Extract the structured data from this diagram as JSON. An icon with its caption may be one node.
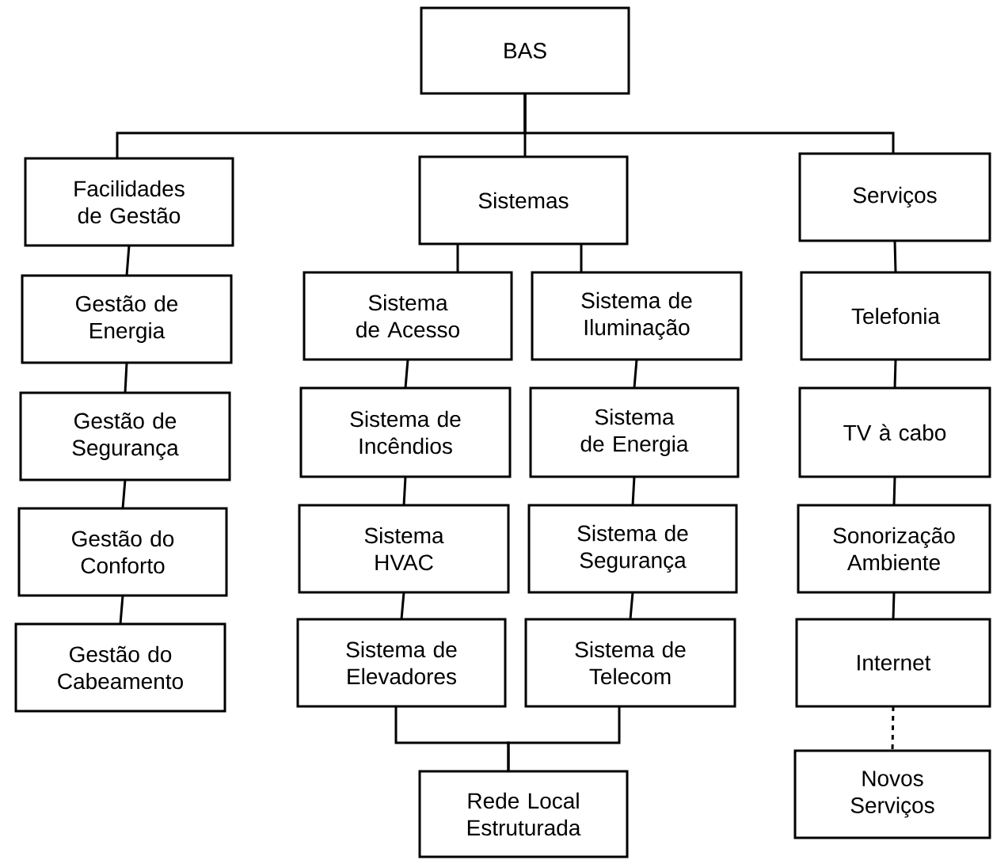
{
  "diagram": {
    "nodes": [
      {
        "text": [
          "BAS"
        ]
      },
      {
        "text": [
          "Facilidades de Gestão"
        ]
      },
      {
        "text": [
          "Sistemas"
        ]
      },
      {
        "text": [
          "Serviços"
        ]
      },
      {
        "text": [
          "Gestão de Energia"
        ]
      },
      {
        "text": [
          "Gestão de Segurança"
        ]
      },
      {
        "text": [
          "Gestão do Conforto"
        ]
      },
      {
        "text": [
          "Gestão do Cabeamento"
        ]
      },
      {
        "text": [
          "Sistema de Acesso"
        ]
      },
      {
        "text": [
          "Sistema de Incêndios"
        ]
      },
      {
        "text": [
          "Sistema HVAC"
        ]
      },
      {
        "text": [
          "Sistema de Elevadores"
        ]
      },
      {
        "text": [
          "Sistema de Iluminação"
        ]
      },
      {
        "text": [
          "Sistema de Energia"
        ]
      },
      {
        "text": [
          "Sistema de Segurança"
        ]
      },
      {
        "text": [
          "Sistema de Telecom"
        ]
      },
      {
        "text": [
          "Rede Local Estruturada"
        ]
      },
      {
        "text": [
          "Telefonia"
        ]
      },
      {
        "text": [
          "TV à cabo"
        ]
      },
      {
        "text": [
          "Sonorização Ambiente"
        ]
      },
      {
        "text": [
          "Internet"
        ]
      },
      {
        "text": [
          "Novos Serviços"
        ]
      }
    ],
    "edges": [
      {
        "from": 0,
        "to": 1,
        "arrow": "none"
      },
      {
        "from": 0,
        "to": 2,
        "arrow": "none"
      },
      {
        "from": 0,
        "to": 3,
        "arrow": "none"
      },
      {
        "from": 1,
        "to": 4,
        "arrow": "none"
      },
      {
        "from": 4,
        "to": 5,
        "arrow": "none"
      },
      {
        "from": 5,
        "to": 6,
        "arrow": "none"
      },
      {
        "from": 6,
        "to": 7,
        "arrow": "none"
      },
      {
        "from": 2,
        "to": 8,
        "arrow": "none"
      },
      {
        "from": 8,
        "to": 9,
        "arrow": "none"
      },
      {
        "from": 9,
        "to": 10,
        "arrow": "none"
      },
      {
        "from": 10,
        "to": 11,
        "arrow": "none"
      },
      {
        "from": 2,
        "to": 12,
        "arrow": "none"
      },
      {
        "from": 12,
        "to": 13,
        "arrow": "none"
      },
      {
        "from": 13,
        "to": 14,
        "arrow": "none"
      },
      {
        "from": 14,
        "to": 15,
        "arrow": "none"
      },
      {
        "from": 11,
        "to": 16,
        "arrow": "none"
      },
      {
        "from": 15,
        "to": 16,
        "arrow": "none"
      },
      {
        "from": 3,
        "to": 17,
        "arrow": "none"
      },
      {
        "from": 17,
        "to": 18,
        "arrow": "none"
      },
      {
        "from": 18,
        "to": 19,
        "arrow": "none"
      },
      {
        "from": 19,
        "to": 20,
        "arrow": "none"
      },
      {
        "from": 20,
        "to": 21,
        "arrow": "none",
        "style": "dashed"
      }
    ]
  }
}
